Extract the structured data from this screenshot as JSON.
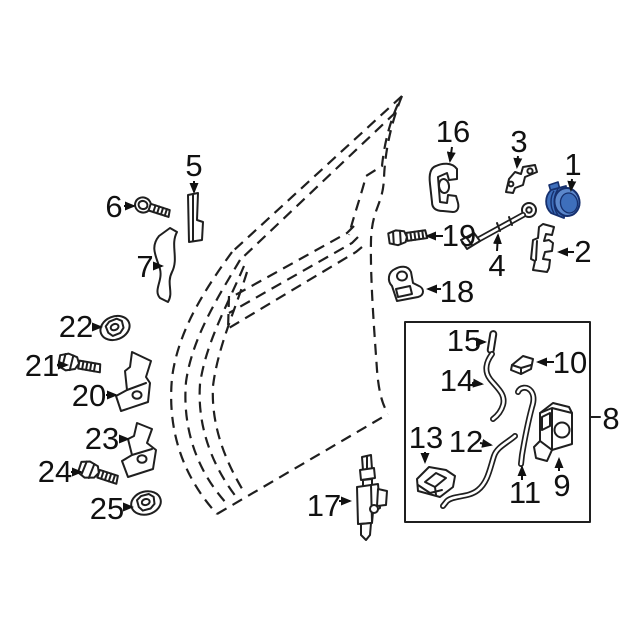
{
  "figure": {
    "type": "exploded-parts-diagram",
    "colors": {
      "background": "#ffffff",
      "line": "#1f1f1f",
      "highlight": "#3e6fbc",
      "highlight_light": "#5c88cc",
      "highlight_dark": "#16306e"
    },
    "highlighted_callout": "1",
    "callout_labels": [
      "1",
      "2",
      "3",
      "4",
      "5",
      "6",
      "7",
      "8",
      "9",
      "10",
      "11",
      "12",
      "13",
      "14",
      "15",
      "16",
      "17",
      "18",
      "19",
      "20",
      "21",
      "22",
      "23",
      "24",
      "25"
    ]
  }
}
